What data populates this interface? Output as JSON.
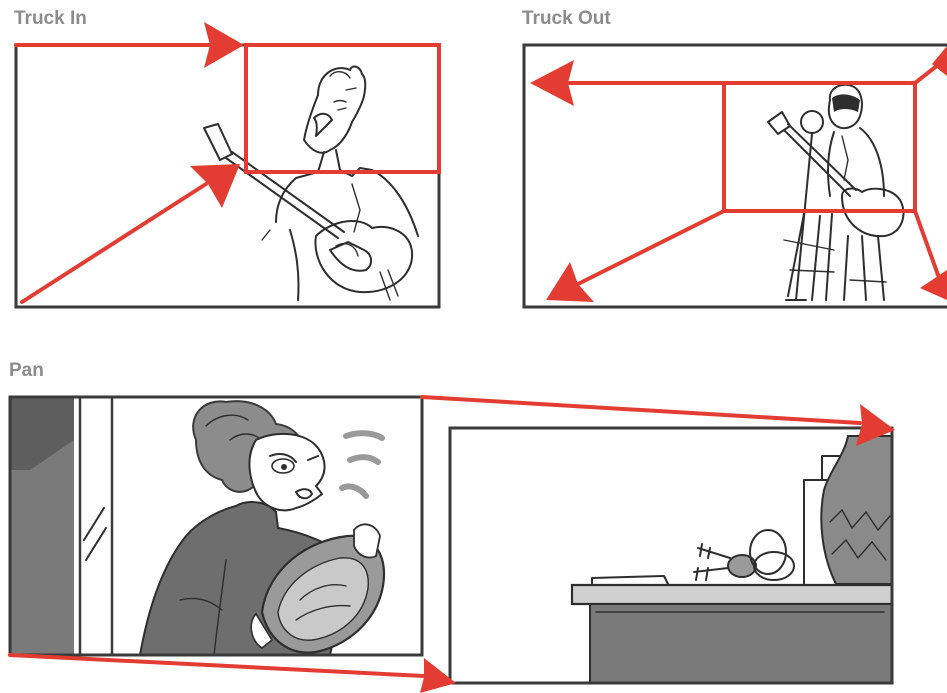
{
  "panels": [
    {
      "id": "truck-in",
      "label": "Truck In"
    },
    {
      "id": "truck-out",
      "label": "Truck Out"
    },
    {
      "id": "pan",
      "label": "Pan"
    }
  ],
  "colors": {
    "arrow": "#e33d33",
    "frame": "#3a3a3a",
    "label": "#8c8c8c",
    "sketch": "#2e2e2e"
  }
}
